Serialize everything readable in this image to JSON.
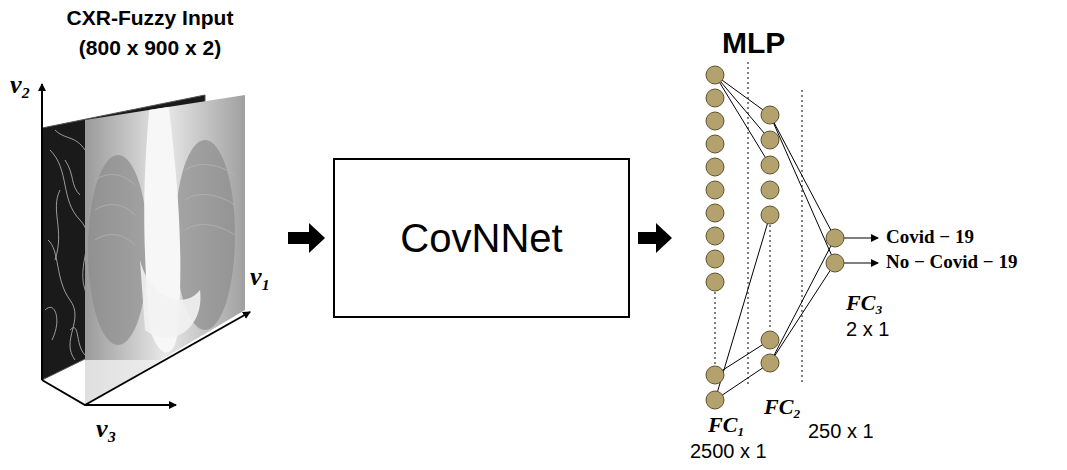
{
  "diagram": {
    "nodes": [
      {
        "text": [
          "CXR-Fuzzy Input",
          "(800 x 900 x 2)"
        ]
      },
      {
        "text": [
          "CovNNet"
        ]
      },
      {
        "text": [
          "MLP"
        ]
      }
    ],
    "edges": [
      {
        "from": 0,
        "to": 1,
        "arrow": "to"
      },
      {
        "from": 1,
        "to": 2,
        "arrow": "to"
      }
    ],
    "labels": [
      "v₂",
      "v₁",
      "v₃",
      "FC₁",
      "2500 x 1",
      "FC₂",
      "250 x 1",
      "FC₃",
      "2 x 1",
      "Covid − 19",
      "No − Covid − 19"
    ]
  }
}
